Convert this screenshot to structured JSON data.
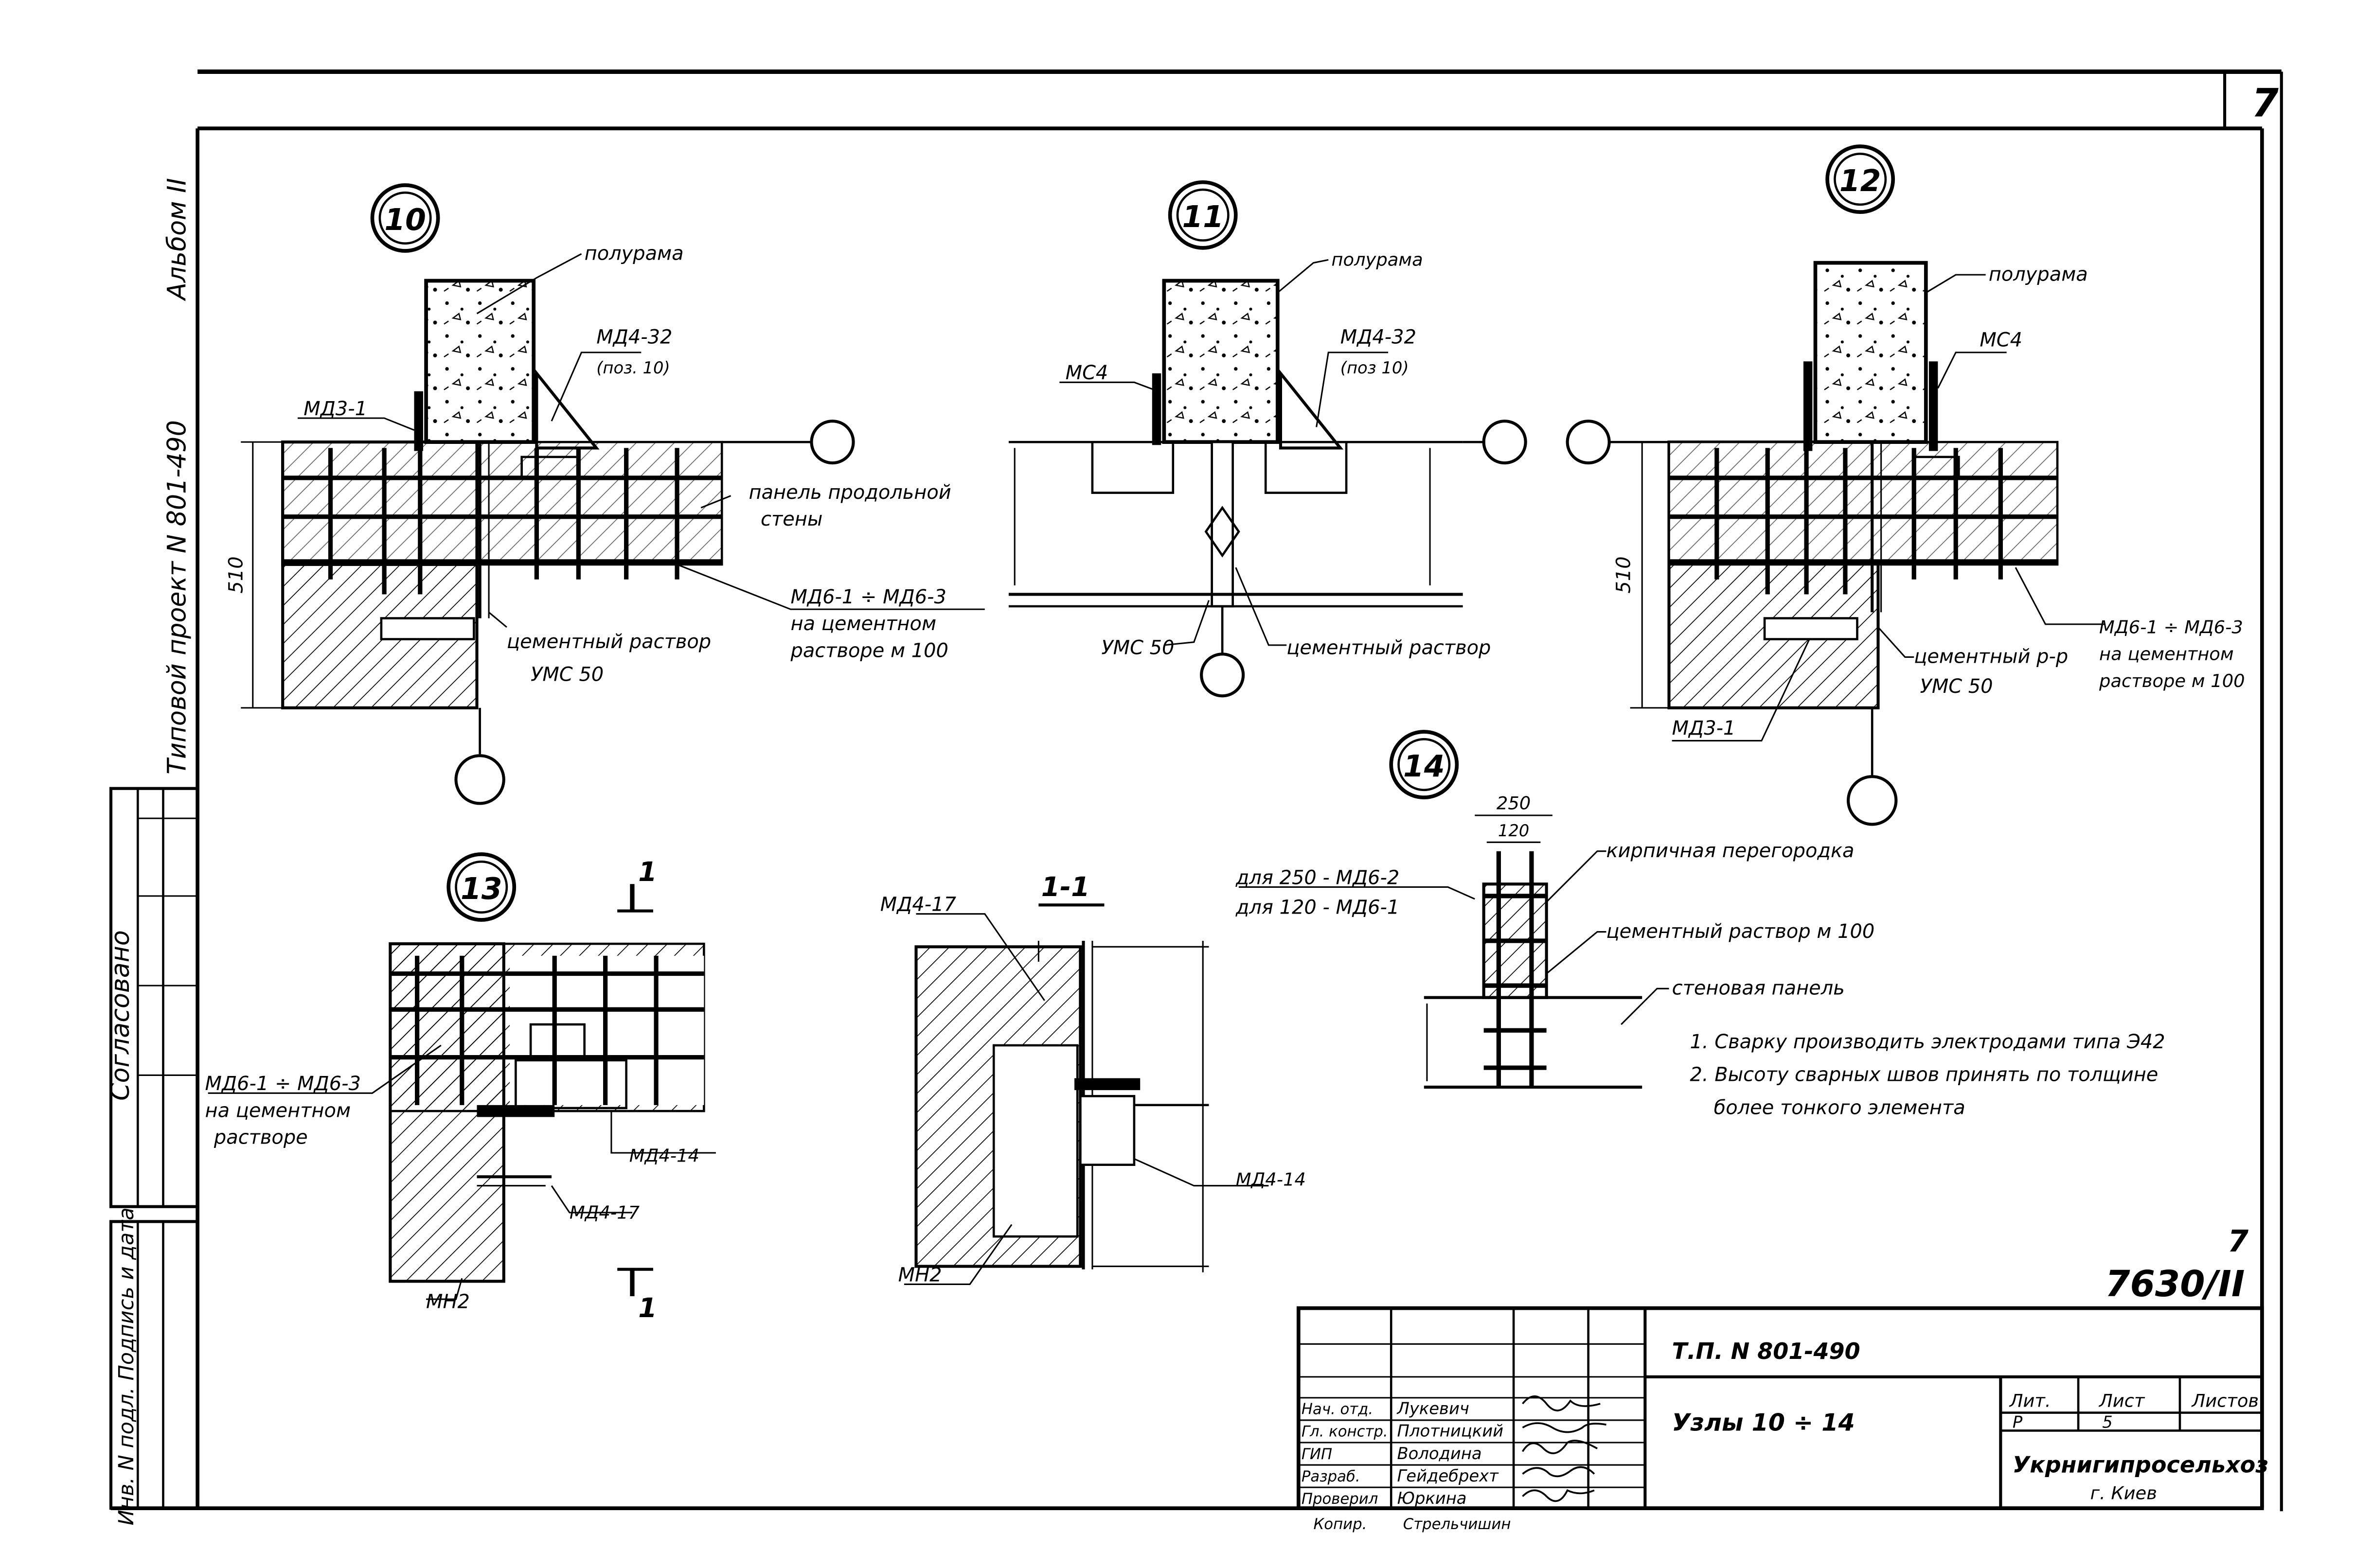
{
  "sheet": {
    "page_number": "7",
    "album": "Альбом II",
    "project": "Типовой проект N 801-490",
    "agreed": "Согласовано",
    "inventory": "Инв. N подл.  Подпись и дата",
    "archive_no": "7630/II",
    "archive_no_top": "7"
  },
  "details": {
    "d10": {
      "number": "10",
      "labels": [
        "полурама",
        "МД4-32",
        "(поз. 10)",
        "МД3-1",
        "панель продольной",
        "стены",
        "МД6-1 ÷ МД6-3",
        "на цементном",
        "растворе м 100",
        "цементный раствор",
        "УМС 50"
      ],
      "dim": "510"
    },
    "d11": {
      "number": "11",
      "labels": [
        "полурама",
        "МС4",
        "МД4-32",
        "(поз 10)",
        "УМС 50",
        "цементный раствор"
      ]
    },
    "d12": {
      "number": "12",
      "labels": [
        "полурама",
        "МС4",
        "МД6-1 ÷ МД6-3",
        "на цементном",
        "растворе м 100",
        "цементный р-р",
        "УМС 50",
        "МД3-1"
      ],
      "dim": "510"
    },
    "d13": {
      "number": "13",
      "labels": [
        "МД6-1 ÷ МД6-3",
        "на цементном",
        "растворе",
        "МД4-14",
        "МД4-17",
        "МН2"
      ],
      "section_mark": "1"
    },
    "s11": {
      "title": "1-1",
      "labels": [
        "МД4-17",
        "МД4-14",
        "МН2"
      ]
    },
    "d14": {
      "number": "14",
      "dims": [
        "250",
        "120"
      ],
      "labels": [
        "для 250 - МД6-2",
        "для 120 - МД6-1",
        "кирпичная перегородка",
        "цементный раствор м 100",
        "стеновая панель"
      ]
    }
  },
  "notes": [
    "1. Сварку производить электродами типа Э42",
    "2. Высоту сварных швов принять по толщине",
    "более тонкого элемента"
  ],
  "title_block": {
    "designation": "Т.П. N 801-490",
    "title": "Узлы 10 ÷ 14",
    "stage_header": "Лит.",
    "sheet_header": "Лист",
    "sheets_header": "Листов",
    "stage": "Р",
    "sheet": "5",
    "organization": "Укрнигипросельхоз",
    "city": "г. Киев",
    "staff": [
      {
        "role": "Нач. отд.",
        "name": "Лукевич"
      },
      {
        "role": "Гл. констр.",
        "name": "Плотницкий"
      },
      {
        "role": "ГИП",
        "name": "Володина"
      },
      {
        "role": "Разраб.",
        "name": "Гейдебрехт"
      },
      {
        "role": "Проверил",
        "name": "Юркина"
      },
      {
        "role": "Копир.",
        "name": "Стрельчишин"
      }
    ]
  }
}
